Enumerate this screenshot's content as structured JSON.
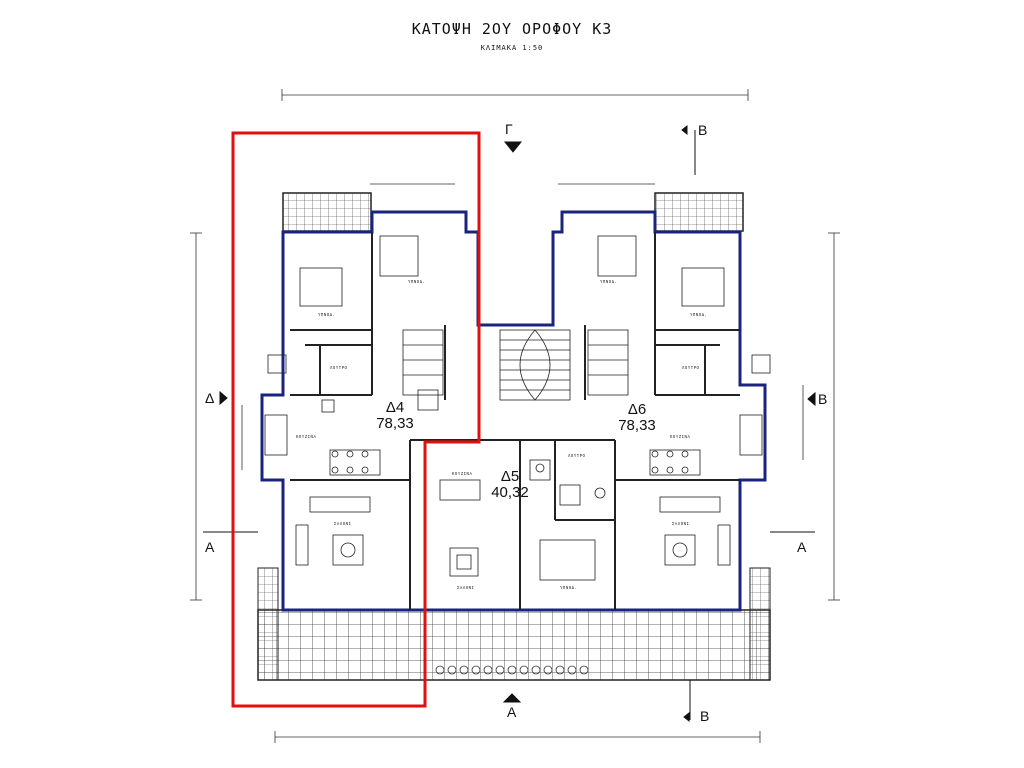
{
  "title": "ΚΑΤΟΨΗ 2ΟΥ ΟΡΟΦΟΥ Κ3",
  "scale": "ΚΛΙΜΑΚΑ 1:50",
  "units": [
    {
      "id": "Δ4",
      "area": "78,33"
    },
    {
      "id": "Δ5",
      "area": "40,32"
    },
    {
      "id": "Δ6",
      "area": "78,33"
    }
  ],
  "sections": {
    "gamma_top": "Γ",
    "beta_top": "Β",
    "beta_bottom": "Β",
    "delta_left": "Δ",
    "beta_right": "Β",
    "alpha_left": "Α",
    "alpha_right": "Α",
    "alpha_bottom": "Α"
  },
  "rooms": {
    "left_bedroom1": "ΥΠΝΟΔ.",
    "left_bedroom2": "ΥΠΝΟΔ.",
    "left_bath": "ΛΟΥΤΡΟ",
    "left_kitchen": "ΚΟΥΖΙΝΑ",
    "left_living": "ΣΑΛΟΝΙ",
    "mid_kitchen": "ΚΟΥΖΙΝΑ",
    "mid_bath": "ΛΟΥΤΡΟ",
    "mid_living": "ΣΑΛΟΝΙ",
    "mid_bedroom": "ΥΠΝΟΔ.",
    "right_bedroom1": "ΥΠΝΟΔ.",
    "right_bedroom2": "ΥΠΝΟΔ.",
    "right_bath": "ΛΟΥΤΡΟ",
    "right_kitchen": "ΚΟΥΖΙΝΑ",
    "right_living": "ΣΑΛΟΝΙ"
  },
  "colors": {
    "outline": "#1a237e",
    "highlight": "#e01010",
    "lines": "#222222"
  }
}
